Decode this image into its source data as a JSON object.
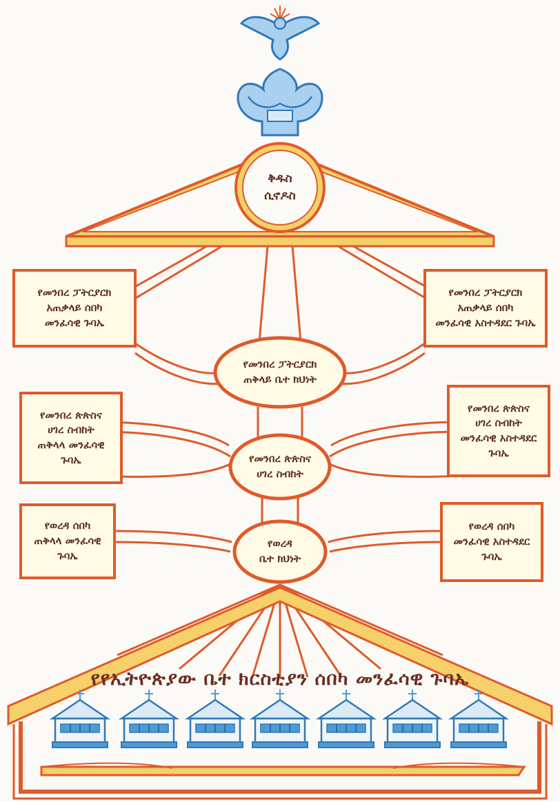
{
  "synod": {
    "line1": "ቅዱስ",
    "line2": "ሲኖዶስ"
  },
  "patriarchate_office": {
    "line1": "የመንበረ ፓትርያርክ",
    "line2": "ጠቅላይ ቤተ ክህነት"
  },
  "patriarchate_left": {
    "line1": "የመንበረ ፓትርያርክ",
    "line2": "አጠቃላይ ሰበካ",
    "line3": "መንፈሳዊ ጉባኤ"
  },
  "patriarchate_right": {
    "line1": "የመንበረ ፓትርያርክ",
    "line2": "አጠቃላይ ሰበካ",
    "line3": "መንፈሳዊ አስተዳደር ጉባኤ"
  },
  "diocese_office": {
    "line1": "የመንበረ ጵጵስና",
    "line2": "ሀገረ ስብከት"
  },
  "diocese_left": {
    "line1": "የመንበረ ጵጵስና",
    "line2": "ሀገረ ስብከት",
    "line3": "ጠቅላላ መንፈሳዊ",
    "line4": "ጉባኤ"
  },
  "diocese_right": {
    "line1": "የመንበረ ጵጵስና",
    "line2": "ሀገረ ስብከት",
    "line3": "መንፈሳዊ  አስተዳደር",
    "line4": "ጉባኤ"
  },
  "district_office": {
    "line1": "የወረዳ",
    "line2": "ቤተ ክህነት"
  },
  "district_left": {
    "line1": "የወረዳ ሰበካ",
    "line2": "ጠቅላላ መንፈሳዊ",
    "line3": "ጉባኤ"
  },
  "district_right": {
    "line1": "የወረዳ ሰበካ",
    "line2": "መንፈሳዊ  አስተዳደር",
    "line3": "ጉባኤ"
  },
  "church_council": {
    "title": "የየኢትዮጵያው ቤተ ክርስቲያን ሰበካ መንፈሳዊ ጉባኤ"
  },
  "colors": {
    "outline": "#e05a2a",
    "fill": "#f6d06a",
    "text": "#5a2b1e",
    "dove": "#5fa6d8",
    "church": "#4e9bd3"
  },
  "icons": [
    "dove-icon",
    "crown-icon",
    "church-icon"
  ]
}
